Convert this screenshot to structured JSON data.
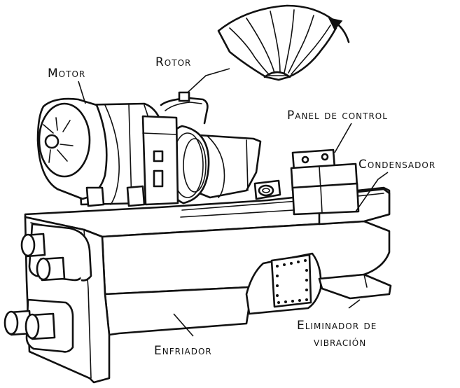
{
  "labels": {
    "rotor": "Rotor",
    "motor": "Motor",
    "panel": "Panel de control",
    "condensador": "Condensador",
    "eliminador_1": "Eliminador de",
    "eliminador_2": "vibración",
    "enfriador": "Enfriador"
  },
  "colors": {
    "ink": "#111111",
    "paper": "#ffffff"
  },
  "icons": [
    "rotation-arrow-icon"
  ]
}
